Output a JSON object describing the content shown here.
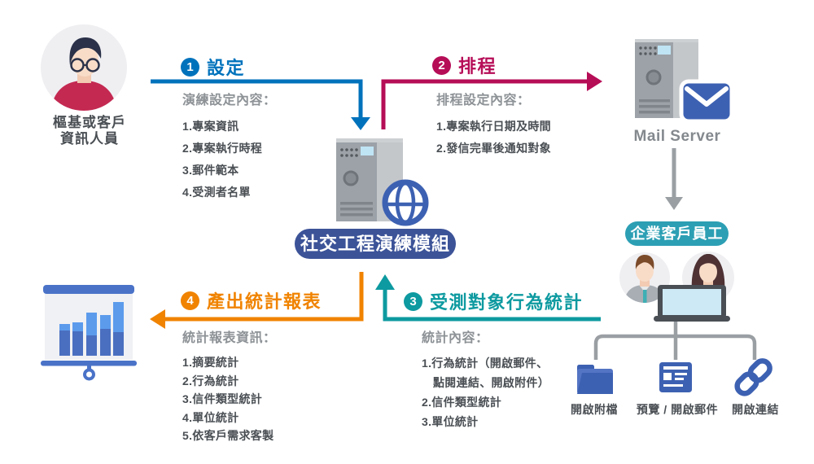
{
  "title": "社交工程演練模組流程圖",
  "colors": {
    "step1_blue": "#0072BC",
    "step2_crimson": "#B60D57",
    "step3_teal": "#0D9AA0",
    "step4_orange": "#F08300",
    "module_badge_navy": "#3C5398",
    "employees_badge_teal": "#2C9FB4",
    "icon_blue": "#3D61B2",
    "server_gray": "#9CA2A8",
    "connector_gray": "#9A9FA4",
    "text_dark": "#4A4F54",
    "text_gray": "#8D9296"
  },
  "actor": {
    "name_line1": "樞基或客戶",
    "name_line2": "資訊人員"
  },
  "steps": {
    "step1": {
      "number": "1",
      "title": "設定",
      "list_title": "演練設定內容：",
      "items": [
        "1.專案資訊",
        "2.專案執行時程",
        "3.郵件範本",
        "4.受測者名單"
      ]
    },
    "step2": {
      "number": "2",
      "title": "排程",
      "list_title": "排程設定內容：",
      "items": [
        "1.專案執行日期及時間",
        "2.發信完畢後通知對象"
      ]
    },
    "step3": {
      "number": "3",
      "title": "受測對象行為統計",
      "list_title": "統計內容：",
      "items": [
        "1.行為統計（開啟郵件、",
        "點閱連結、開啟附件）",
        "2.信件類型統計",
        "3.單位統計"
      ]
    },
    "step4": {
      "number": "4",
      "title": "產出統計報表",
      "list_title": "統計報表資訊：",
      "items": [
        "1.摘要統計",
        "2.行為統計",
        "3.信件類型統計",
        "4.單位統計",
        "5.依客戶需求客製"
      ]
    }
  },
  "module": {
    "badge": "社交工程演練模組"
  },
  "mail_server": {
    "label": "Mail Server"
  },
  "employees": {
    "badge": "企業客戶員工"
  },
  "actions": [
    {
      "label": "開啟附檔",
      "icon": "folder-icon"
    },
    {
      "label": "預覽 / 開啟郵件",
      "icon": "mail-window-icon"
    },
    {
      "label": "開啟連結",
      "icon": "link-icon"
    }
  ],
  "icon_names": [
    "person-avatar-icon",
    "drill-server-icon",
    "globe-icon",
    "mail-server-tower-icon",
    "envelope-icon",
    "employee-man-icon",
    "employee-woman-icon",
    "laptop-icon",
    "folder-icon",
    "mail-window-icon",
    "link-icon",
    "report-chart-icon"
  ]
}
